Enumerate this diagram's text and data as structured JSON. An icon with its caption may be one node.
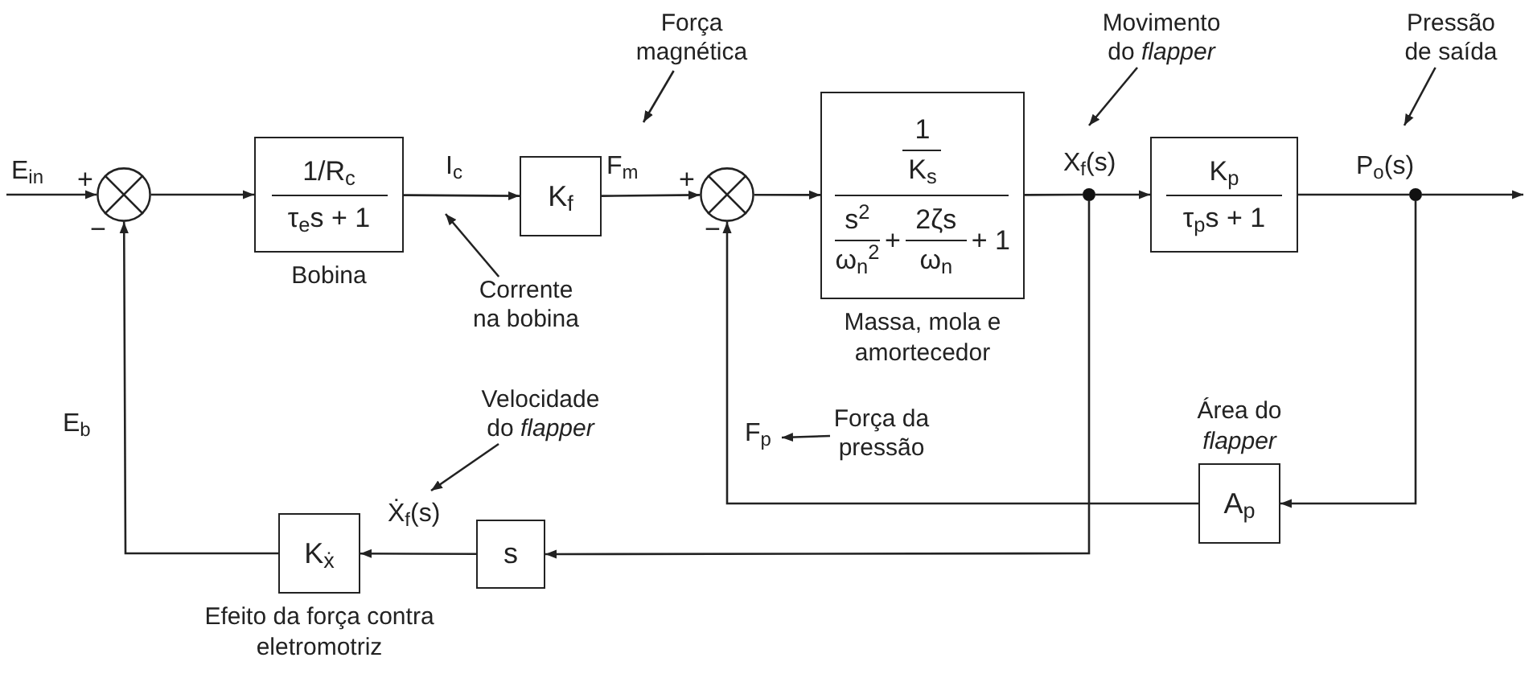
{
  "diagram": {
    "nodes": [
      {
        "text": [],
        "shape": "circle"
      },
      {
        "text": [
          "1/R$_{c}$",
          "τ$_{e}$s + 1"
        ],
        "beside": [
          "Bobina"
        ]
      },
      {
        "text": [
          "K$_{f}$"
        ]
      },
      {
        "text": [],
        "shape": "circle"
      },
      {
        "text": [
          "1",
          "K$_{s}$",
          "s$^{2}$",
          "ω$_{n}$$^{2}$",
          "+",
          "2ζs",
          "ω$_{n}$",
          "+ 1"
        ],
        "beside": [
          "Massa, mola e amortecedor"
        ]
      },
      {
        "text": [
          "K$_{p}$",
          "τ$_{p}$s + 1"
        ]
      },
      {
        "text": [
          "A$_{p}$"
        ],
        "beside": [
          "Área do *flapper*"
        ]
      },
      {
        "text": [
          "s"
        ]
      },
      {
        "text": [
          "K$_{ẋ}$"
        ],
        "beside": [
          "Efeito da força contra eletromotriz"
        ]
      },
      {
        "text": [
          "Força magnética"
        ]
      },
      {
        "text": [
          "Corrente na bobina"
        ]
      },
      {
        "text": [
          "Movimento do *flapper*"
        ]
      },
      {
        "text": [
          "Pressão de saída"
        ]
      },
      {
        "text": [
          "Velocidade do *flapper*"
        ]
      },
      {
        "text": [
          "Força da pressão"
        ]
      },
      {
        "text": [],
        "shape": "dot"
      },
      {
        "text": [],
        "shape": "dot"
      }
    ],
    "edges": [
      {
        "from": null,
        "to": 0,
        "arrow": "to",
        "label": "E$_{in}$"
      },
      {
        "from": 0,
        "to": 1,
        "arrow": "to"
      },
      {
        "from": 1,
        "to": 2,
        "arrow": "to",
        "label": "I$_{c}$"
      },
      {
        "from": 2,
        "to": 3,
        "arrow": "to",
        "label": "F$_{m}$"
      },
      {
        "from": 3,
        "to": 4,
        "arrow": "to"
      },
      {
        "from": 4,
        "to": 15,
        "arrow": "none",
        "label": "X$_{f}$(s)"
      },
      {
        "from": 15,
        "to": 5,
        "arrow": "to"
      },
      {
        "from": 5,
        "to": 16,
        "arrow": "none",
        "label": "P$_{o}$(s)"
      },
      {
        "from": 16,
        "to": null,
        "arrow": "to"
      },
      {
        "from": 16,
        "to": 6,
        "arrow": "to"
      },
      {
        "from": 6,
        "to": 3,
        "arrow": "to",
        "label": "F$_{p}$"
      },
      {
        "from": 15,
        "to": 7,
        "arrow": "to"
      },
      {
        "from": 7,
        "to": 8,
        "arrow": "to",
        "label": "Ẋ$_{f}$(s)"
      },
      {
        "from": 8,
        "to": 0,
        "arrow": "to",
        "label": "E$_{b}$"
      },
      {
        "from": 9,
        "to": null,
        "arrow": "to"
      },
      {
        "from": 10,
        "to": null,
        "arrow": "to"
      },
      {
        "from": 11,
        "to": null,
        "arrow": "to"
      },
      {
        "from": 12,
        "to": null,
        "arrow": "to"
      },
      {
        "from": 13,
        "to": null,
        "arrow": "to"
      },
      {
        "from": 14,
        "to": null,
        "arrow": "to"
      }
    ],
    "labels": [
      "+",
      "−",
      "+",
      "−"
    ]
  }
}
